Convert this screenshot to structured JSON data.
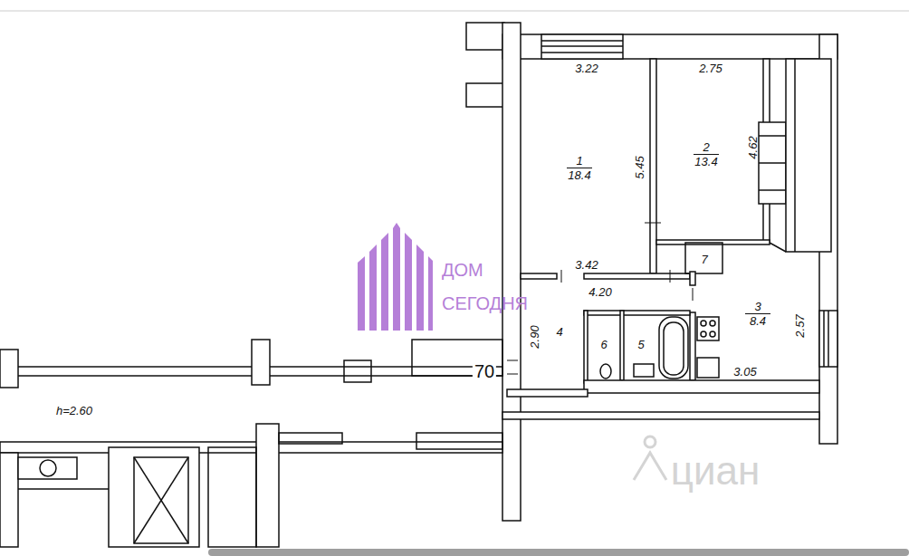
{
  "diagram": {
    "nodes": [
      {
        "text": [
          "1",
          "18.4"
        ]
      },
      {
        "text": [
          "2",
          "13.4"
        ]
      },
      {
        "text": [
          "7"
        ]
      },
      {
        "text": [
          "4"
        ]
      },
      {
        "text": [
          "6"
        ]
      },
      {
        "text": [
          "5"
        ]
      },
      {
        "text": [
          "3",
          "8.4"
        ]
      }
    ],
    "labels": [
      "3.22",
      "2.75",
      "5.45",
      "4.62",
      "3.42",
      "4.20",
      "2.90",
      "2.57",
      "3.05",
      "70",
      "h=2.60",
      "ДОМ",
      "СЕГОДНЯ",
      "циан"
    ]
  }
}
